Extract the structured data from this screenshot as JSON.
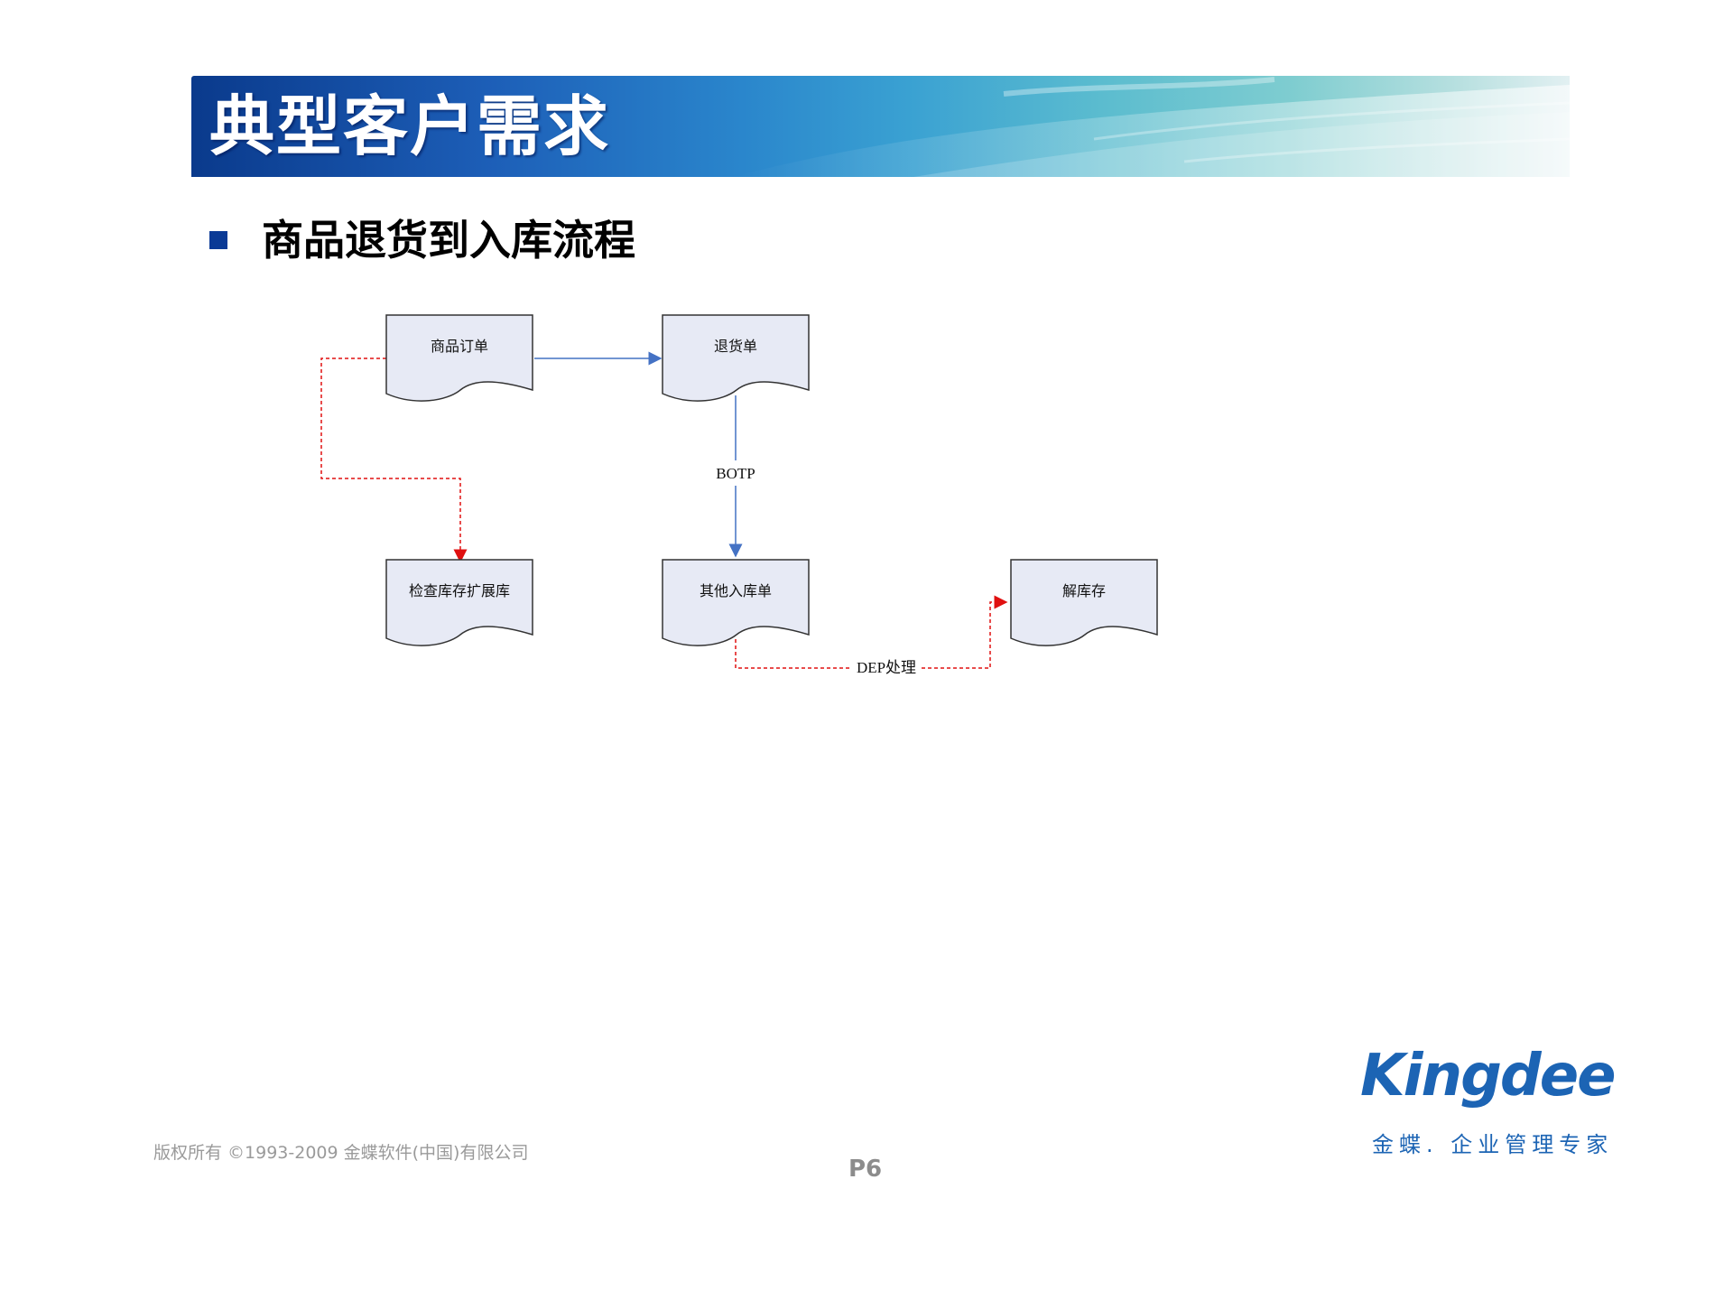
{
  "slide": {
    "title": "典型客户需求",
    "subtitle": "商品退货到入库流程",
    "copyright": "版权所有 ©1993-2009 金蝶软件(中国)有限公司",
    "page_number": "P6",
    "logo_text": "Kingdee",
    "logo_slogan": "金蝶. 企业管理专家"
  },
  "colors": {
    "node_fill": "#e7eaf5",
    "node_stroke": "#333333",
    "solid_arrow": "#4472c4",
    "dashed_arrow": "#e01010",
    "accent_blue": "#0a3a96"
  },
  "diagram": {
    "nodes": [
      {
        "id": "order",
        "label": "商品订单"
      },
      {
        "id": "return",
        "label": "退货单"
      },
      {
        "id": "check",
        "label": "检查库存扩展库"
      },
      {
        "id": "other_in",
        "label": "其他入库单"
      },
      {
        "id": "release",
        "label": "解库存"
      }
    ],
    "edges": [
      {
        "from": "order",
        "to": "return",
        "style": "solid",
        "label": ""
      },
      {
        "from": "return",
        "to": "other_in",
        "style": "solid",
        "label": "BOTP"
      },
      {
        "from": "order",
        "to": "check",
        "style": "dashed",
        "label": ""
      },
      {
        "from": "other_in",
        "to": "release",
        "style": "dashed",
        "label": "DEP处理"
      }
    ]
  }
}
